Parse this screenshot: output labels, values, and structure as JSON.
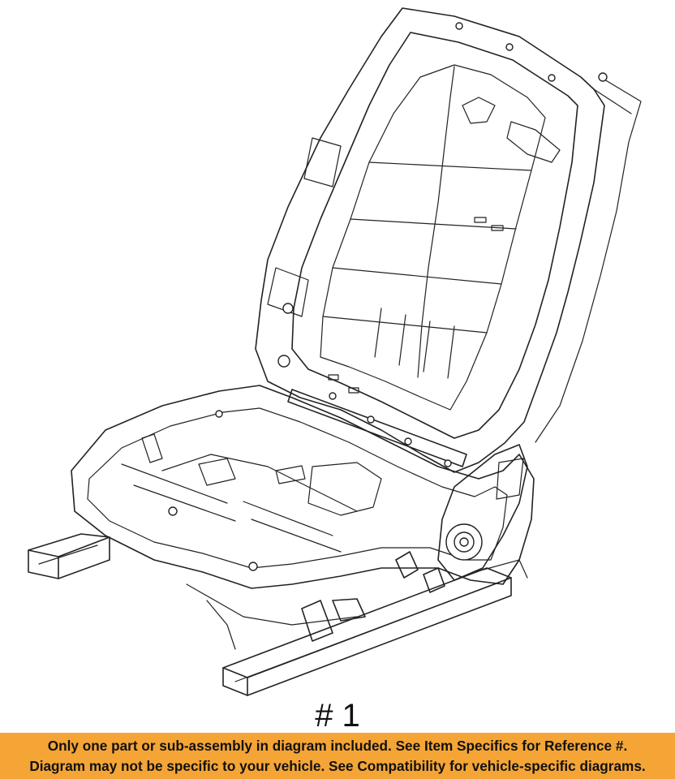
{
  "part_label": "# 1",
  "notice": {
    "line1": "Only one part or sub-assembly in diagram included. See Item Specifics for Reference #.",
    "line2": "Diagram may not be specific to your vehicle. See Compatibility for vehicle-specific diagrams.",
    "background_color": "#f5a536"
  }
}
